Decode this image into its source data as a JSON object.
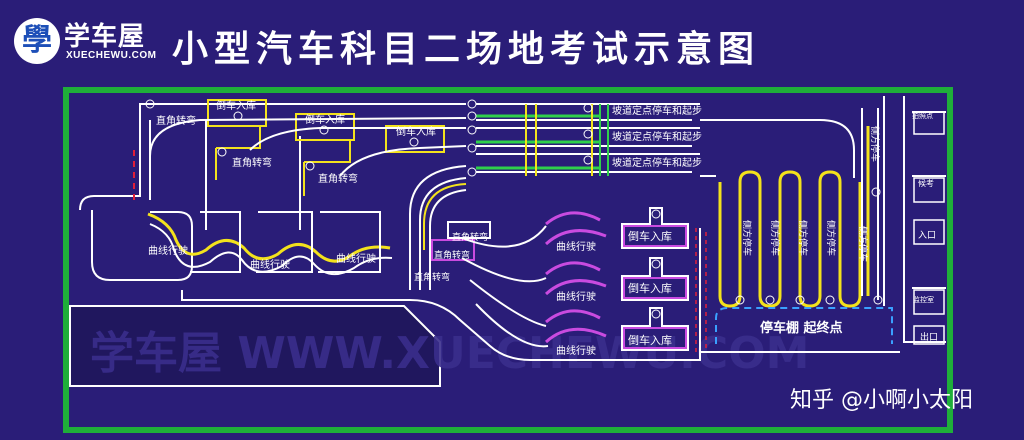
{
  "header": {
    "logo_glyph": "學",
    "logo_text": "学车屋",
    "logo_domain": "XUECHEWU.COM",
    "title": "小型汽车科目二场地考试示意图"
  },
  "labels": {
    "reverse_park": "倒车入库",
    "right_angle": "直角转弯",
    "curve": "曲线行驶",
    "slope": "坡道定点停车和起步",
    "side_park": "侧方停车",
    "shed": "停车棚  起终点",
    "photo_point": "拍照点",
    "waiting_area": "候考",
    "entrance": "入口",
    "monitor_room": "监控室",
    "exit": "出口"
  },
  "background_watermark": "学车屋  WWW.XUECHEWU.COM",
  "watermark": "知乎 @小啊小太阳",
  "colors": {
    "background": "#2a1d78",
    "field_border": "#1fae3a",
    "road_line": "#ffffff",
    "yellow_line": "#f3e21c",
    "magenta_line": "#c94be0",
    "green_line": "#2fd04b",
    "red_dash": "#e0203a",
    "blue_dash": "#3aa0ff"
  }
}
